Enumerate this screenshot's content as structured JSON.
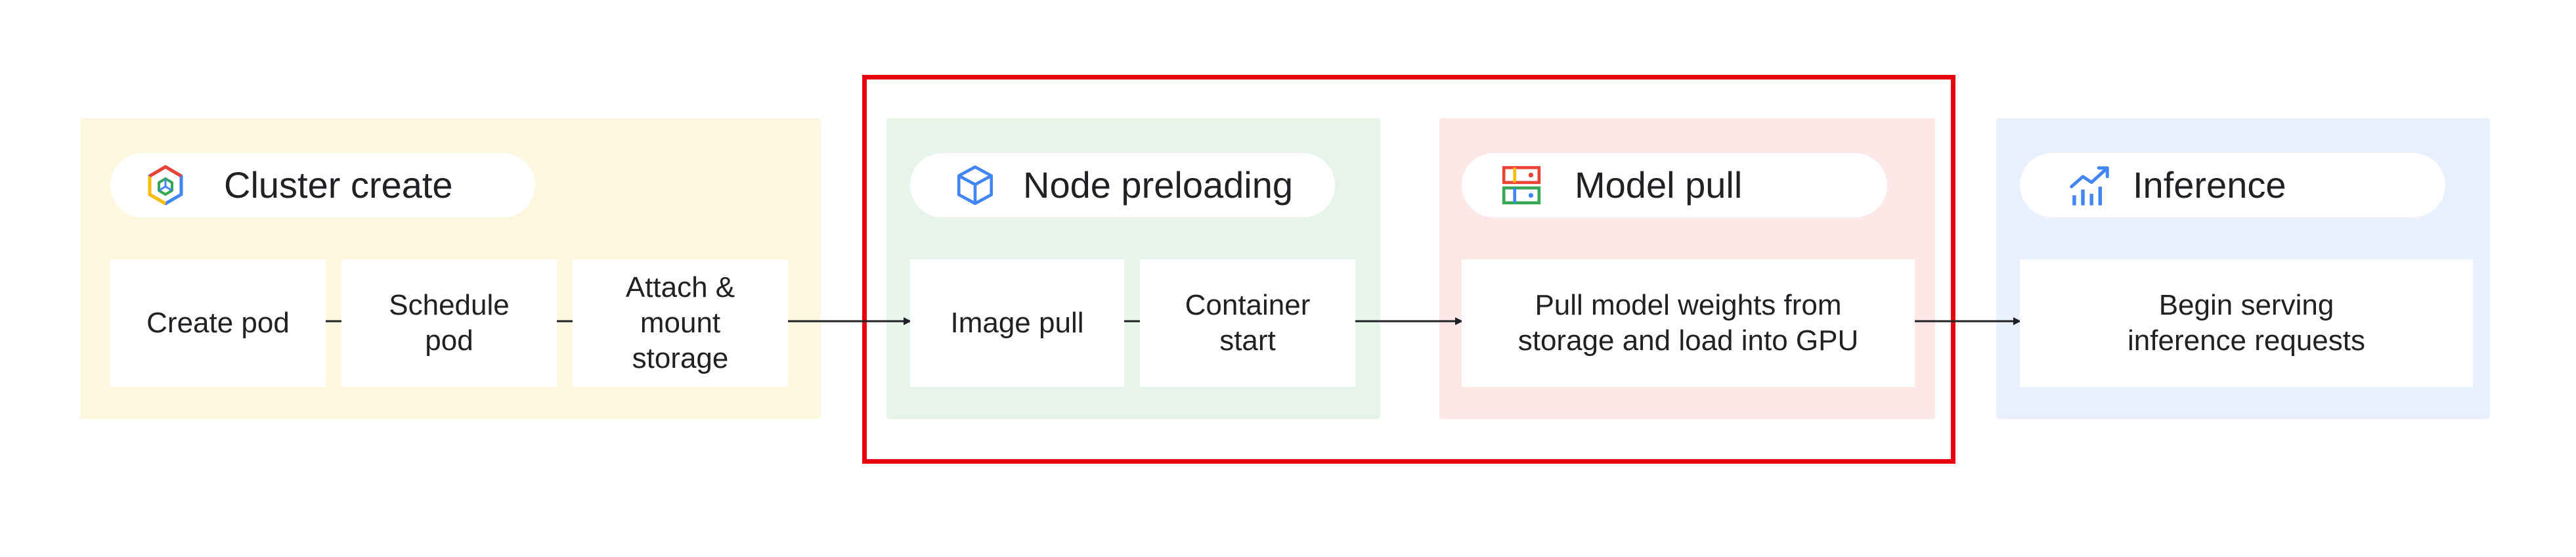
{
  "stages": [
    {
      "id": "cluster-create",
      "title": "Cluster create",
      "icon": "gke-hexagon-icon",
      "steps": [
        "Create pod",
        "Schedule\npod",
        "Attach &\nmount\nstorage"
      ]
    },
    {
      "id": "node-preloading",
      "title": "Node preloading",
      "icon": "cube-icon",
      "steps": [
        "Image pull",
        "Container\nstart"
      ]
    },
    {
      "id": "model-pull",
      "title": "Model pull",
      "icon": "storage-icon",
      "steps": [
        "Pull model weights from\nstorage and load into GPU"
      ]
    },
    {
      "id": "inference",
      "title": "Inference",
      "icon": "trending-chart-icon",
      "steps": [
        "Begin serving\ninference requests"
      ]
    }
  ],
  "colors": {
    "highlight": "#e8000b",
    "yellow": "#fef7e0",
    "green": "#e6f4ea",
    "red": "#fce8e6",
    "blue": "#e8f0fe",
    "connector": "#202124"
  }
}
